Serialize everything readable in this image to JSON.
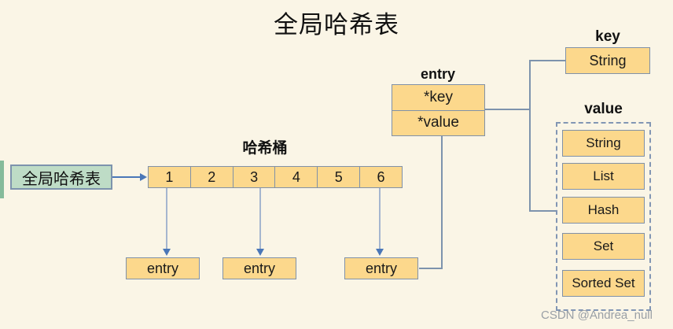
{
  "title": "全局哈希表",
  "hash_table": {
    "label": "全局哈希表"
  },
  "bucket": {
    "label": "哈希桶",
    "cells": [
      "1",
      "2",
      "3",
      "4",
      "5",
      "6"
    ]
  },
  "entries": {
    "labels": [
      "entry",
      "entry",
      "entry"
    ]
  },
  "entry_detail": {
    "label": "entry",
    "rows": [
      "*key",
      "*value"
    ]
  },
  "key_section": {
    "label": "key",
    "type": "String"
  },
  "value_section": {
    "label": "value",
    "types": [
      "String",
      "List",
      "Hash",
      "Set",
      "Sorted Set"
    ]
  },
  "watermark": "CSDN @Andrea_null",
  "colors": {
    "background": "#faf5e6",
    "box_fill": "#fcd88c",
    "box_border": "#8091a8",
    "green_fill": "#bedcc6",
    "green_border": "#7d93ad",
    "connector": "#7d93ad",
    "arrow": "#4a77b8",
    "dashed_border": "#8296b4",
    "watermark_gray": "#9aa0a6"
  }
}
